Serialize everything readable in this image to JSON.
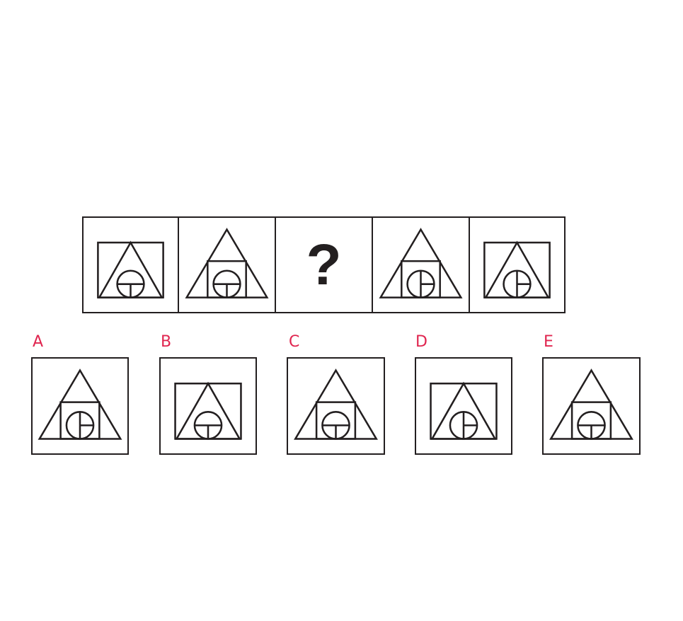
{
  "question": {
    "sequence": [
      {
        "kind": "rect-lower",
        "missing": false
      },
      {
        "kind": "tri-lower",
        "missing": false
      },
      {
        "kind": "missing",
        "missing": true,
        "symbol": "?"
      },
      {
        "kind": "tri-upper",
        "missing": false
      },
      {
        "kind": "rect-upper",
        "missing": false
      }
    ]
  },
  "options": [
    {
      "label": "A",
      "kind": "tri-upper"
    },
    {
      "label": "B",
      "kind": "rect-lower"
    },
    {
      "label": "C",
      "kind": "tri-lower"
    },
    {
      "label": "D",
      "kind": "rect-upper"
    },
    {
      "label": "E",
      "kind": "tri-lower"
    }
  ],
  "colors": {
    "line": "#231f20",
    "label": "#e0254f",
    "background": "#ffffff"
  }
}
